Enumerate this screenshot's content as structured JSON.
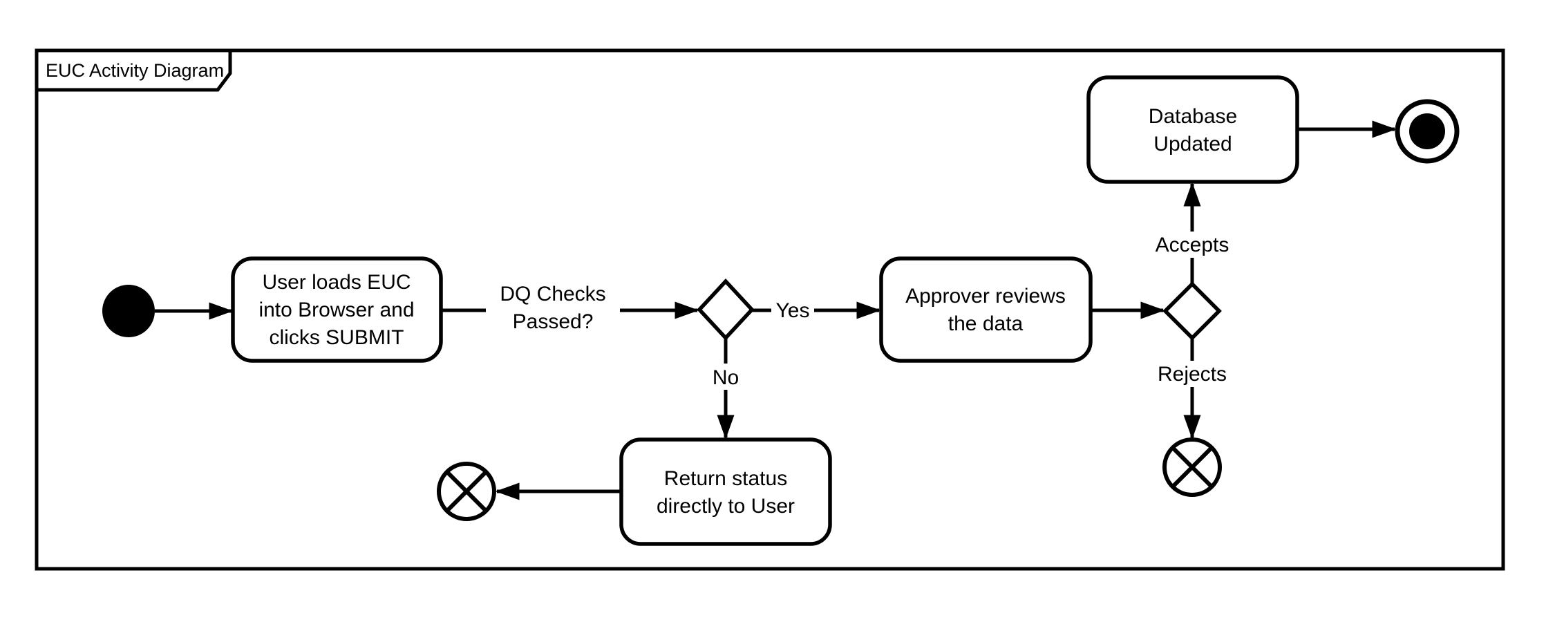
{
  "diagram": {
    "title": "EUC Activity Diagram",
    "colors": {
      "line": "#000000",
      "fill": "#ffffff",
      "text": "#000000"
    },
    "nodes": {
      "load": {
        "line1": "User loads EUC",
        "line2": "into Browser and",
        "line3": "clicks SUBMIT"
      },
      "approve": {
        "line1": "Approver reviews",
        "line2": "the data"
      },
      "db": {
        "line1": "Database",
        "line2": "Updated"
      },
      "return": {
        "line1": "Return status",
        "line2": "directly to User"
      }
    },
    "labels": {
      "dq_line1": "DQ Checks",
      "dq_line2": "Passed?",
      "yes": "Yes",
      "no": "No",
      "accepts": "Accepts",
      "rejects": "Rejects"
    }
  }
}
